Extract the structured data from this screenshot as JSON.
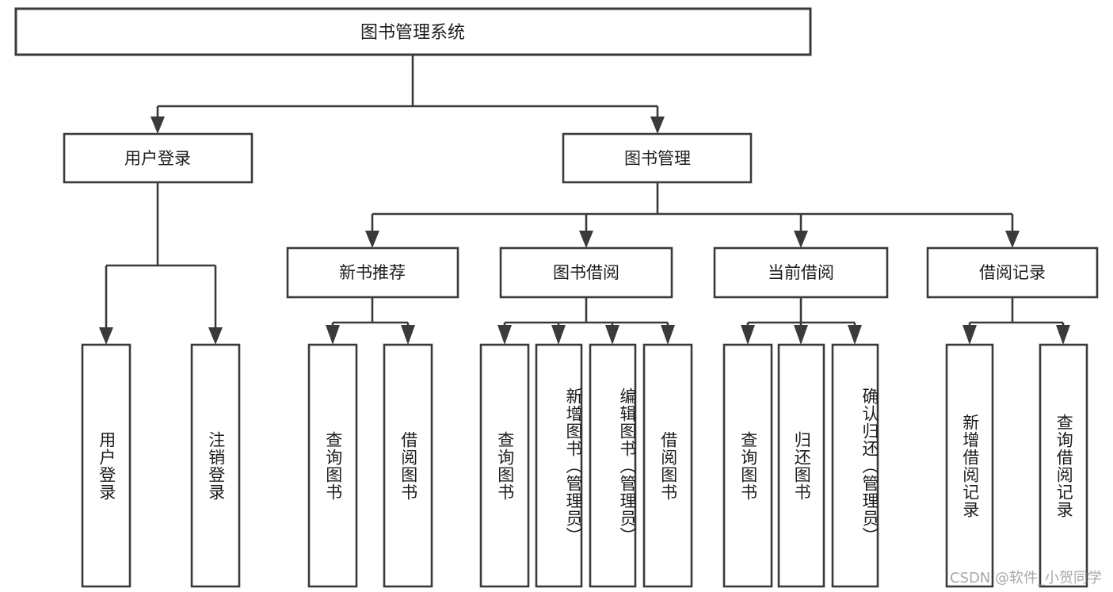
{
  "diagram": {
    "title": "图书管理系统",
    "type": "hierarchy-tree",
    "root": {
      "id": "root",
      "label": "图书管理系统",
      "level": 0
    },
    "level1": [
      {
        "id": "user-login",
        "label": "用户登录",
        "level": 1
      },
      {
        "id": "book-management",
        "label": "图书管理",
        "level": 1
      }
    ],
    "level2": [
      {
        "id": "new-book-recommend",
        "label": "新书推荐",
        "level": 2,
        "parent": "book-management"
      },
      {
        "id": "book-borrow",
        "label": "图书借阅",
        "level": 2,
        "parent": "book-management"
      },
      {
        "id": "current-borrow",
        "label": "当前借阅",
        "level": 2,
        "parent": "book-management"
      },
      {
        "id": "borrow-record",
        "label": "借阅记录",
        "level": 2,
        "parent": "book-management"
      }
    ],
    "leaves": [
      {
        "id": "leaf-user-login",
        "label": "用户登录",
        "parent": "user-login"
      },
      {
        "id": "leaf-logout-login",
        "label": "注销登录",
        "parent": "user-login"
      },
      {
        "id": "leaf-query-book-1",
        "label": "查询图书",
        "parent": "new-book-recommend"
      },
      {
        "id": "leaf-borrow-book-1",
        "label": "借阅图书",
        "parent": "new-book-recommend"
      },
      {
        "id": "leaf-query-book-2",
        "label": "查询图书",
        "parent": "book-borrow"
      },
      {
        "id": "leaf-add-book",
        "label": "新增图书（管理员）",
        "parent": "book-borrow"
      },
      {
        "id": "leaf-edit-book",
        "label": "编辑图书（管理员）",
        "parent": "book-borrow"
      },
      {
        "id": "leaf-borrow-book-2",
        "label": "借阅图书",
        "parent": "book-borrow"
      },
      {
        "id": "leaf-query-book-3",
        "label": "查询图书",
        "parent": "current-borrow"
      },
      {
        "id": "leaf-return-book",
        "label": "归还图书",
        "parent": "current-borrow"
      },
      {
        "id": "leaf-confirm-return",
        "label": "确认归还（管理员）",
        "parent": "current-borrow"
      },
      {
        "id": "leaf-add-record",
        "label": "新增借阅记录",
        "parent": "borrow-record"
      },
      {
        "id": "leaf-query-record",
        "label": "查询借阅记录",
        "parent": "borrow-record"
      }
    ]
  },
  "watermark": {
    "text": "CSDN @软件_小贺同学"
  },
  "colors": {
    "stroke": "#3a3a3a",
    "box_fill": "#ffffff",
    "text": "#1c1c1c",
    "background": "#ffffff",
    "watermark": "#9a9a9a"
  }
}
